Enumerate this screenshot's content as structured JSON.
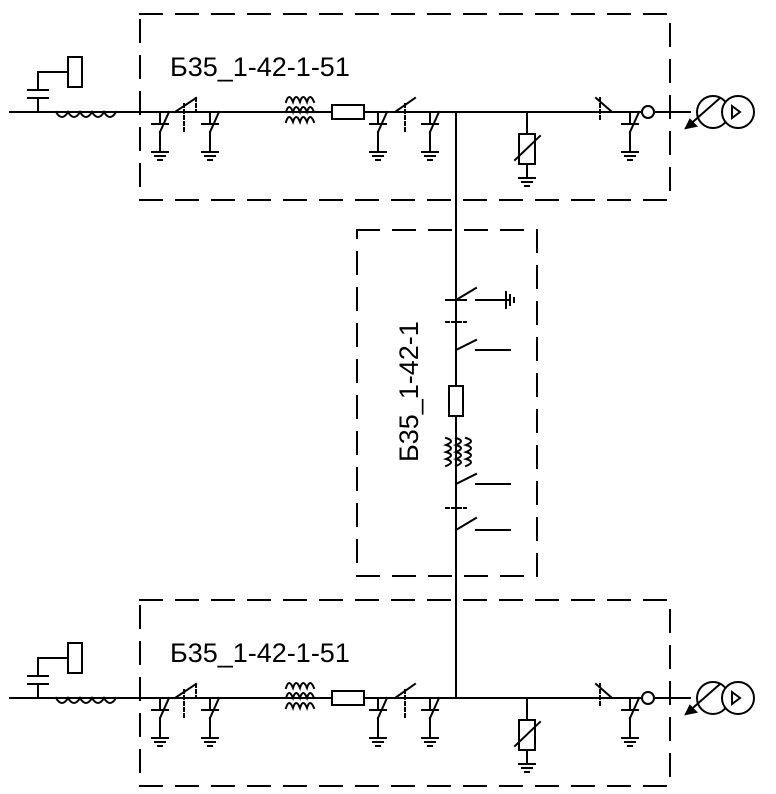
{
  "diagram": {
    "top_block": {
      "label": "Б35_1-42-1-51"
    },
    "middle_block": {
      "label": "Б35_1-42-1"
    },
    "bottom_block": {
      "label": "Б35_1-42-1-51"
    }
  },
  "colors": {
    "line": "#000000",
    "background": "#ffffff"
  }
}
